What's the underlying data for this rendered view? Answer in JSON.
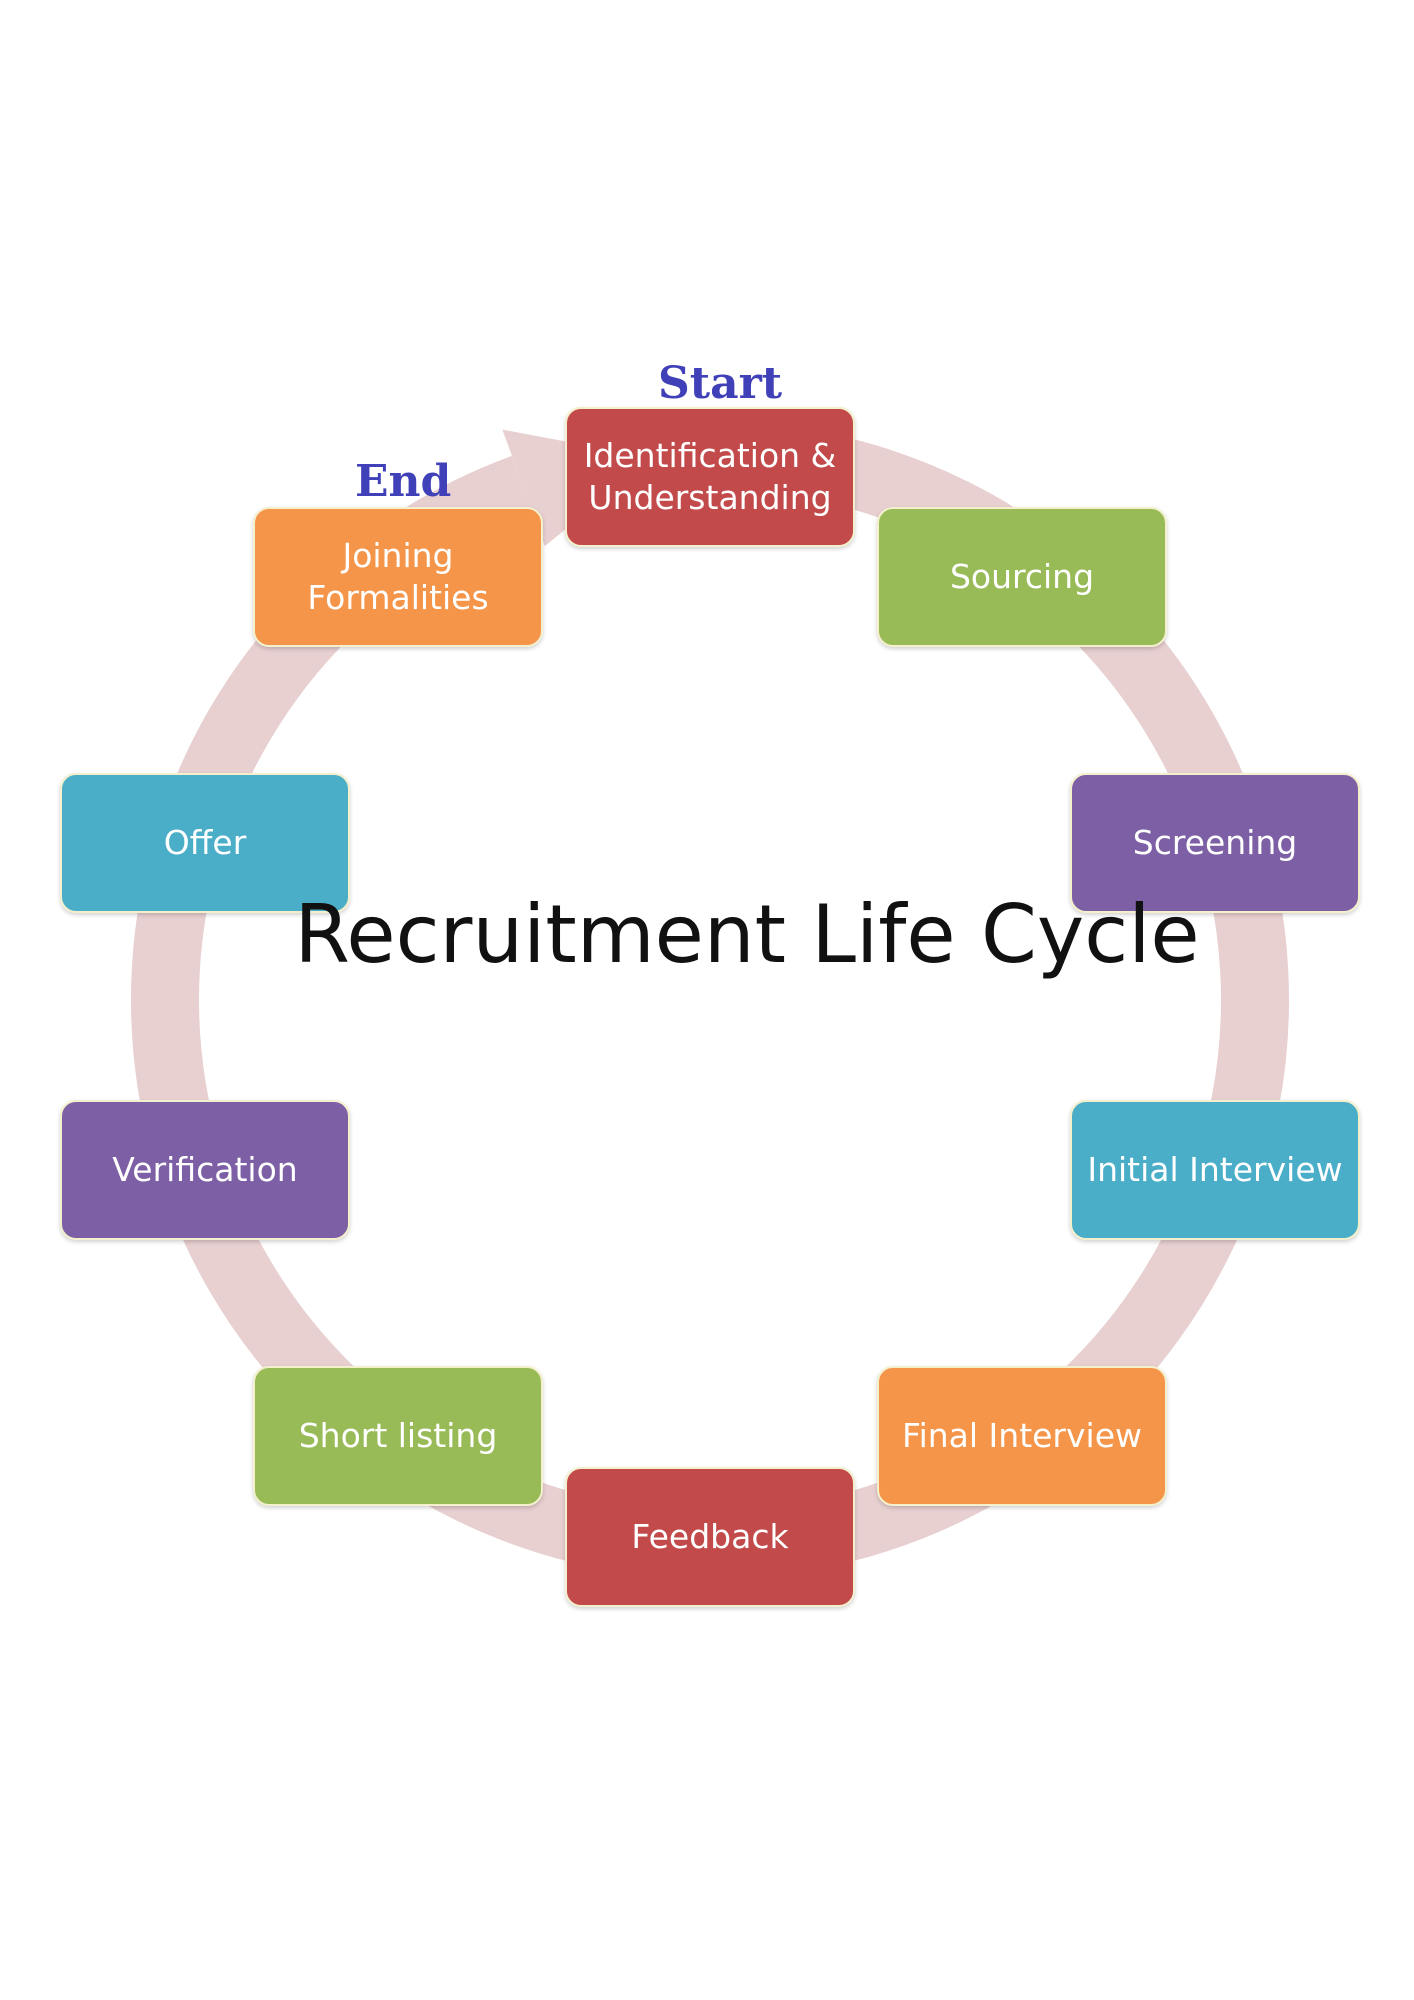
{
  "title": "Recruitment Life Cycle",
  "start_label": "Start",
  "end_label": "End",
  "ring_color": "#e8cfd0",
  "steps": [
    {
      "label": "Identification &\nUnderstanding",
      "color": "#c24a4a"
    },
    {
      "label": "Sourcing",
      "color": "#98bb58"
    },
    {
      "label": "Screening",
      "color": "#7d5fa5"
    },
    {
      "label": "Initial Interview",
      "color": "#4aaec8"
    },
    {
      "label": "Final Interview",
      "color": "#f4954a"
    },
    {
      "label": "Feedback",
      "color": "#c24a4a"
    },
    {
      "label": "Short listing",
      "color": "#98bb58"
    },
    {
      "label": "Verification",
      "color": "#7d5fa5"
    },
    {
      "label": "Offer",
      "color": "#4aaec8"
    },
    {
      "label": "Joining\nFormalities",
      "color": "#f4954a"
    }
  ]
}
